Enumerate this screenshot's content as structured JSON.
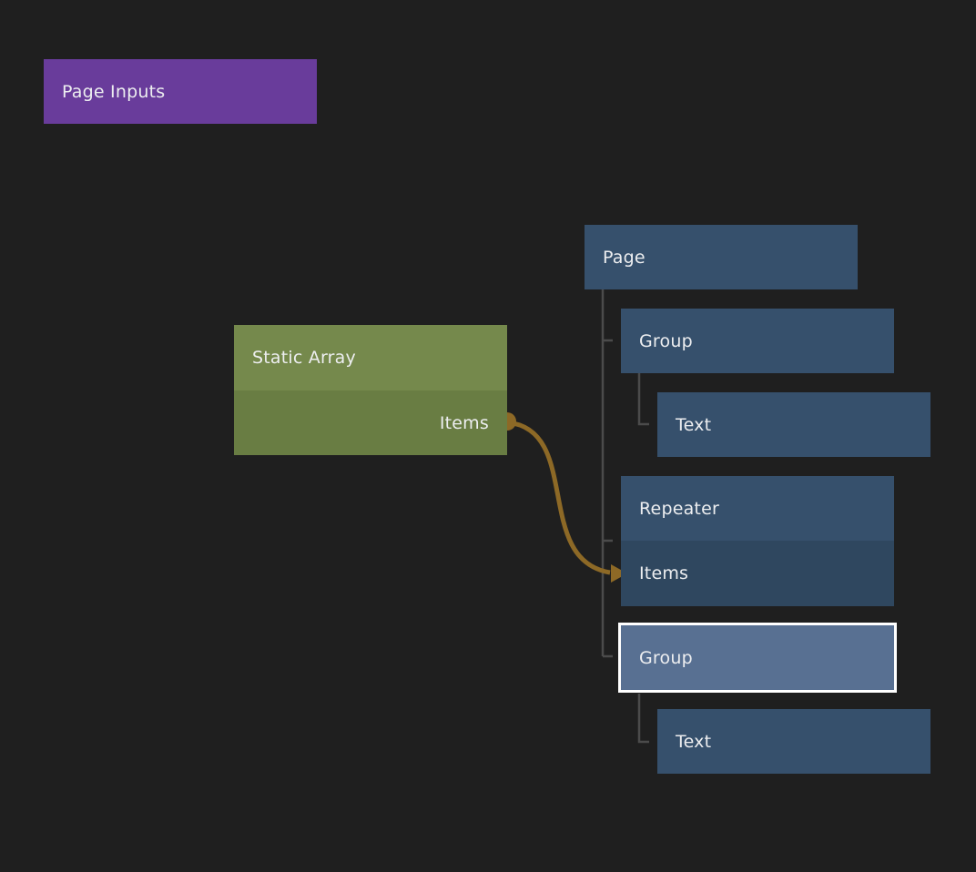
{
  "canvas": {
    "background": "#1f1f1f"
  },
  "palette": {
    "purple": "#693c9b",
    "node_blue": "#36506c",
    "node_blue_dark": "#2f475f",
    "node_blue_selected": "#587092",
    "selection_border": "#ffffff",
    "green_header": "#75894c",
    "green_body": "#697d43",
    "wire_brown": "#8d6926",
    "tree_line_gray": "#4b4b4b",
    "text": "#edeef0"
  },
  "page_inputs": {
    "label": "Page Inputs"
  },
  "static_array": {
    "title": "Static Array",
    "output_port": "Items"
  },
  "tree": {
    "page": {
      "label": "Page"
    },
    "group_top": {
      "label": "Group"
    },
    "text_top": {
      "label": "Text"
    },
    "repeater": {
      "label": "Repeater",
      "input_port": "Items"
    },
    "group_selected": {
      "label": "Group",
      "selected": true
    },
    "text_bottom": {
      "label": "Text"
    }
  },
  "connection": {
    "from": "Static Array / Items",
    "to": "Repeater / Items"
  }
}
